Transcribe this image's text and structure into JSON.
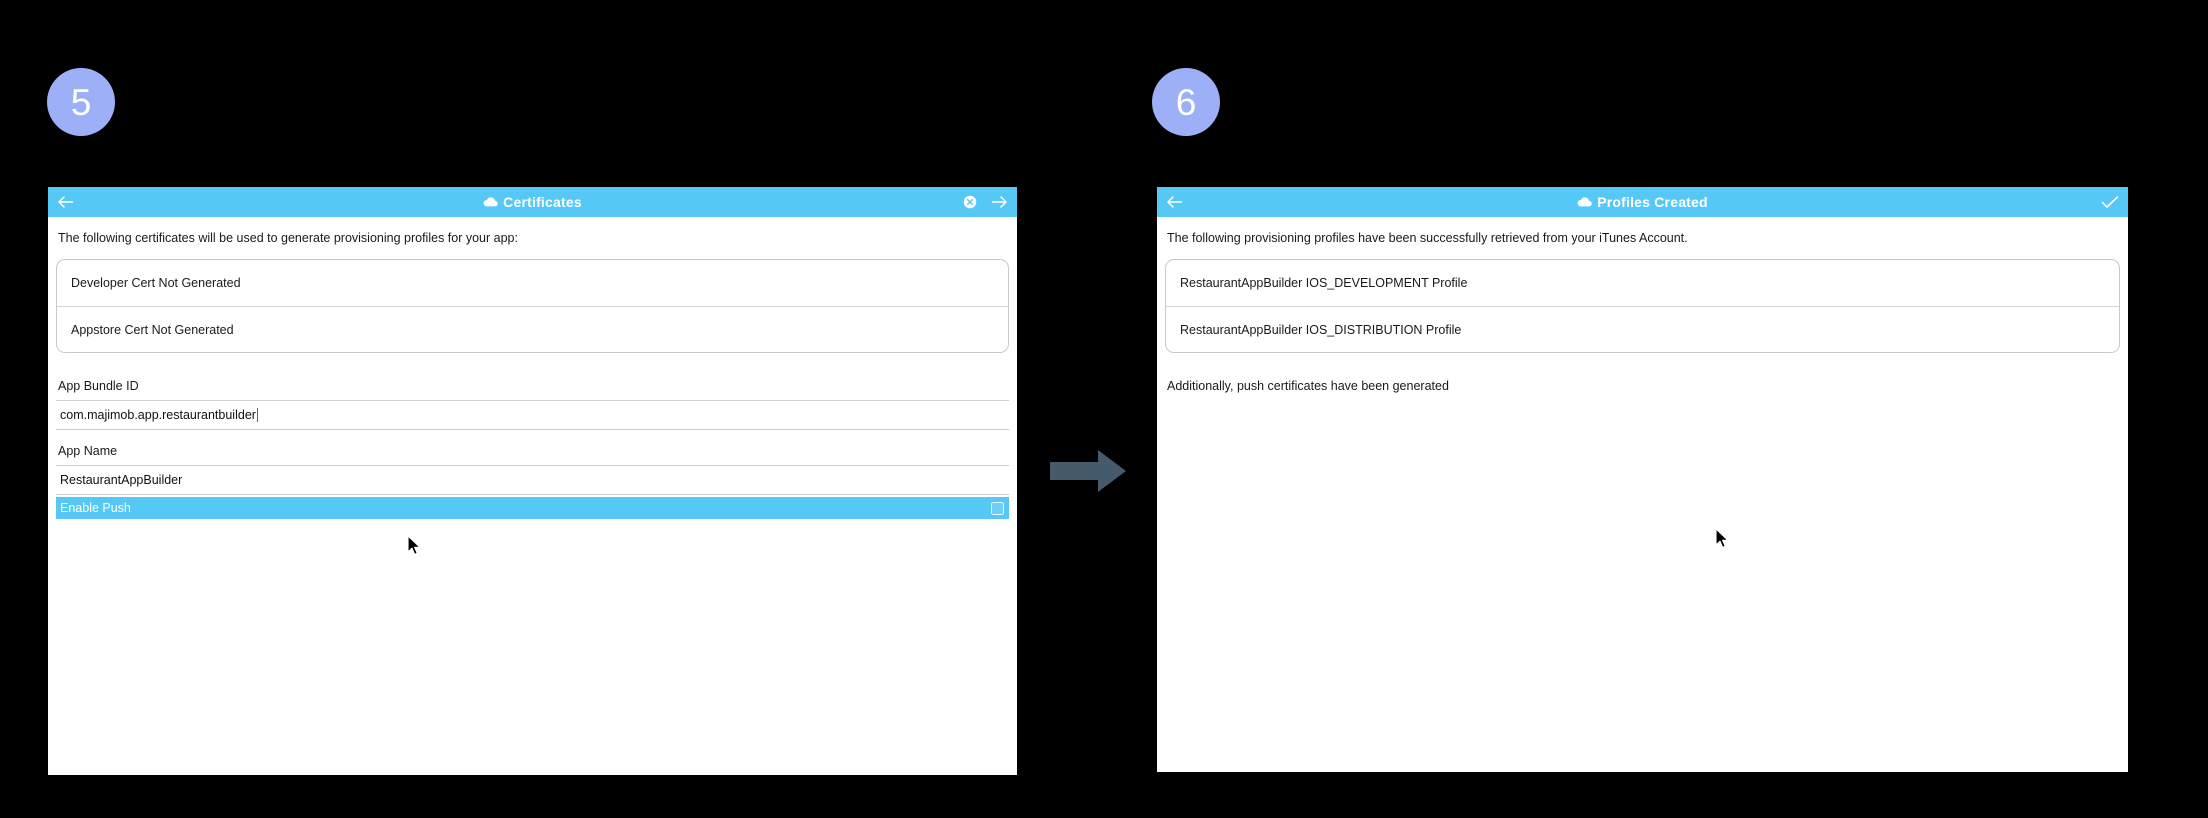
{
  "steps": [
    {
      "number": "5"
    },
    {
      "number": "6"
    }
  ],
  "flow": {
    "arrow_icon": "right-arrow-icon",
    "arrow_color": "#455a6b"
  },
  "theme": {
    "accent": "#56c8f5",
    "badge": "#9db0f7",
    "background": "#000000",
    "panel": "#ffffff"
  },
  "panel5": {
    "titlebar": {
      "back_icon": "back-arrow-icon",
      "cloud_icon": "cloud-icon",
      "title": "Certificates",
      "close_icon": "close-circle-icon",
      "next_icon": "forward-arrow-icon"
    },
    "intro": "The following certificates will be used to generate provisioning profiles for your app:",
    "cert_rows": [
      {
        "label": "Developer Cert Not Generated"
      },
      {
        "label": "Appstore Cert Not Generated"
      }
    ],
    "fields": [
      {
        "label": "App Bundle ID",
        "value": "com.majimob.app.restaurantbuilder",
        "placeholder": "App Bundle ID",
        "focused": true
      },
      {
        "label": "App Name",
        "value": "RestaurantAppBuilder",
        "placeholder": "App Name",
        "focused": false
      }
    ],
    "push": {
      "label": "Enable Push",
      "checkbox_icon": "checkbox-unchecked-icon",
      "checked": false
    },
    "cursor_icon": "mouse-pointer-icon"
  },
  "panel6": {
    "titlebar": {
      "back_icon": "back-arrow-icon",
      "cloud_icon": "cloud-icon",
      "title": "Profiles Created",
      "done_icon": "checkmark-icon"
    },
    "intro": "The following provisioning profiles have been successfully retrieved from your iTunes Account.",
    "profile_rows": [
      {
        "label": "RestaurantAppBuilder IOS_DEVELOPMENT Profile"
      },
      {
        "label": "RestaurantAppBuilder IOS_DISTRIBUTION Profile"
      }
    ],
    "note": "Additionally, push certificates have been generated",
    "cursor_icon": "mouse-pointer-icon"
  }
}
